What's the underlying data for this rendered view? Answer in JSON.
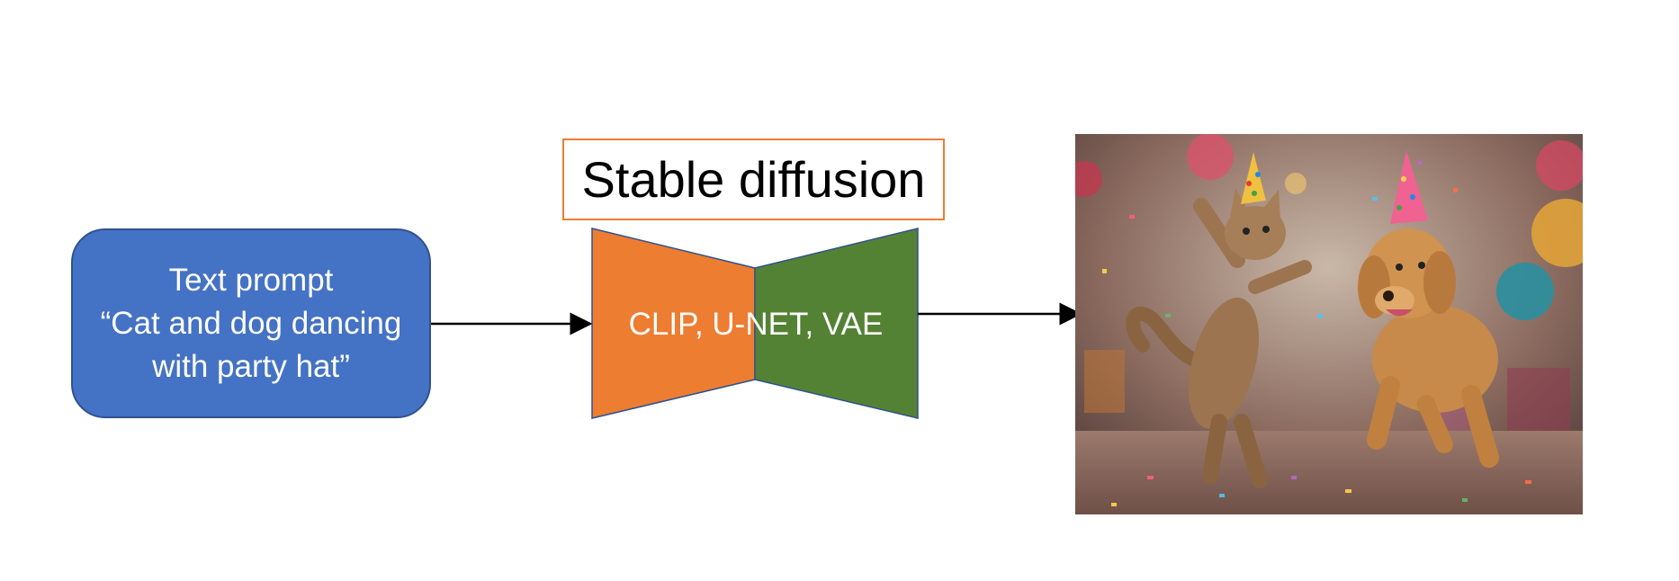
{
  "prompt_box": {
    "line1": "Text prompt",
    "line2": "“Cat and dog dancing",
    "line3": "with party hat”"
  },
  "model": {
    "title": "Stable diffusion",
    "components": "CLIP, U-NET, VAE"
  },
  "colors": {
    "prompt_fill": "#4472c4",
    "encoder_fill": "#ed7d31",
    "decoder_fill": "#548235",
    "title_border": "#ed7d31",
    "arrow": "#000000"
  },
  "output_image": {
    "description_icon": "generated-image"
  }
}
